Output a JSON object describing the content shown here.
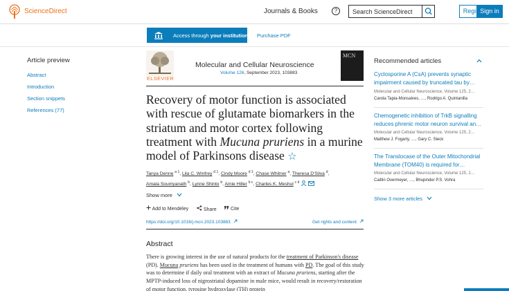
{
  "header": {
    "brand": "ScienceDirect",
    "journals_books": "Journals & Books",
    "help_glyph": "?",
    "search_placeholder": "Search ScienceDirect",
    "register": "Register",
    "sign_in": "Sign in"
  },
  "access": {
    "prefix": "Access through ",
    "bold": "your institution",
    "purchase": "Purchase PDF"
  },
  "left_sidebar": {
    "title": "Article preview",
    "items": [
      "Abstract",
      "Introduction",
      "Section snippets",
      "References (77)"
    ]
  },
  "journal": {
    "publisher": "ELSEVIER",
    "name": "Molecular and Cellular Neuroscience",
    "volume": "Volume 126",
    "date_pages": ", September 2023, 103883",
    "cover_text": "MCN"
  },
  "article": {
    "title_part1": "Recovery of motor function is associated with rescue of glutamate biomarkers in the striatum and motor cortex following treatment with ",
    "title_italic": "Mucuna pruriens",
    "title_part2": " in a murine model of Parkinsons disease",
    "star": "☆",
    "authors": [
      {
        "name": "Tanya Denne",
        "sup": "a 1"
      },
      {
        "name": "Lila C. Winfrey",
        "sup": "d 1"
      },
      {
        "name": "Cindy Moore",
        "sup": "d 1"
      },
      {
        "name": "Chase Whitner",
        "sup": "a"
      },
      {
        "name": "Theresa D'Silva",
        "sup": "d"
      },
      {
        "name": "Amala Soumyanath",
        "sup": "b"
      },
      {
        "name": "Lynne Shinto",
        "sup": "b"
      },
      {
        "name": "Amie Hiller",
        "sup": "b c"
      },
      {
        "name": "Charles K. Meshul",
        "sup": "c d"
      }
    ],
    "show_more": "Show more",
    "actions": [
      "Add to Mendeley",
      "Share",
      "Cite"
    ],
    "doi": "https://doi.org/10.1016/j.mcn.2023.103883",
    "rights": "Get rights and content"
  },
  "abstract": {
    "heading": "Abstract",
    "text_a": "There is growing interest in the use of natural products for the ",
    "link_a": "treatment of Parkinson's disease",
    "text_b": " (PD). ",
    "link_b": "Mucuna",
    "text_c": " pruriens",
    "text_d": " has been used in the treatment of humans with ",
    "link_c": "PD",
    "text_e": ". The goal of this study was to determine if daily oral treatment with an extract of ",
    "italic_a": "Mucuna pruriens",
    "text_f": ", starting after the MPTP-induced loss of nigrostriatal dopamine in male mice, would result in recovery/restoration of motor function, tyrosine hydroxylase (TH) protein"
  },
  "right_sidebar": {
    "title": "Recommended articles",
    "articles": [
      {
        "title": "Cyclosporine A (CsA) prevents synaptic impairment caused by truncated tau by…",
        "meta": "Molecular and Cellular Neuroscience, Volume 125, 2…",
        "authors": "Carola Tapia-Monsalves, …, Rodrigo A. Quintanilla"
      },
      {
        "title": "Chemogenetic inhibition of TrkB signalling reduces phrenic motor neuron survival an…",
        "meta": "Molecular and Cellular Neuroscience, Volume 125, 2…",
        "authors": "Matthew J. Fogarty, …, Gary C. Sieck"
      },
      {
        "title": "The Translocase of the Outer Mitochondrial Membrane (TOM40) is required for…",
        "meta": "Molecular and Cellular Neuroscience, Volume 125, 2…",
        "authors": "Caitlin Overmeyer, …, Bhupinder P.S. Vohra"
      }
    ],
    "show_more": "Show 3 more articles"
  },
  "colors": {
    "accent": "#0c7dbb",
    "brand_orange": "#e9711c"
  }
}
